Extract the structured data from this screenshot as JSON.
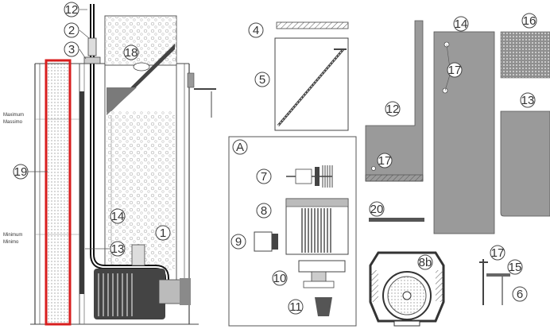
{
  "callouts": {
    "n1": "1",
    "n2": "2",
    "n3": "3",
    "n4": "4",
    "n5": "5",
    "n6": "6",
    "n7": "7",
    "n8": "8",
    "n9": "9",
    "n10": "10",
    "n11": "11",
    "n12a": "12",
    "n12b": "12",
    "n13a": "13",
    "n13b": "13",
    "n14a": "14",
    "n14b": "14",
    "n15": "15",
    "n16": "16",
    "n17a": "17",
    "n17b": "17",
    "n17c": "17",
    "n18": "18",
    "n19": "19",
    "n20": "20",
    "n8b": "8b",
    "groupA": "A"
  },
  "levels": {
    "max_en": "Maximum",
    "max_it": "Massimo",
    "min_en": "Minimum",
    "min_it": "Minimo"
  },
  "highlight": {
    "target": "19",
    "color": "#d81e1e"
  }
}
